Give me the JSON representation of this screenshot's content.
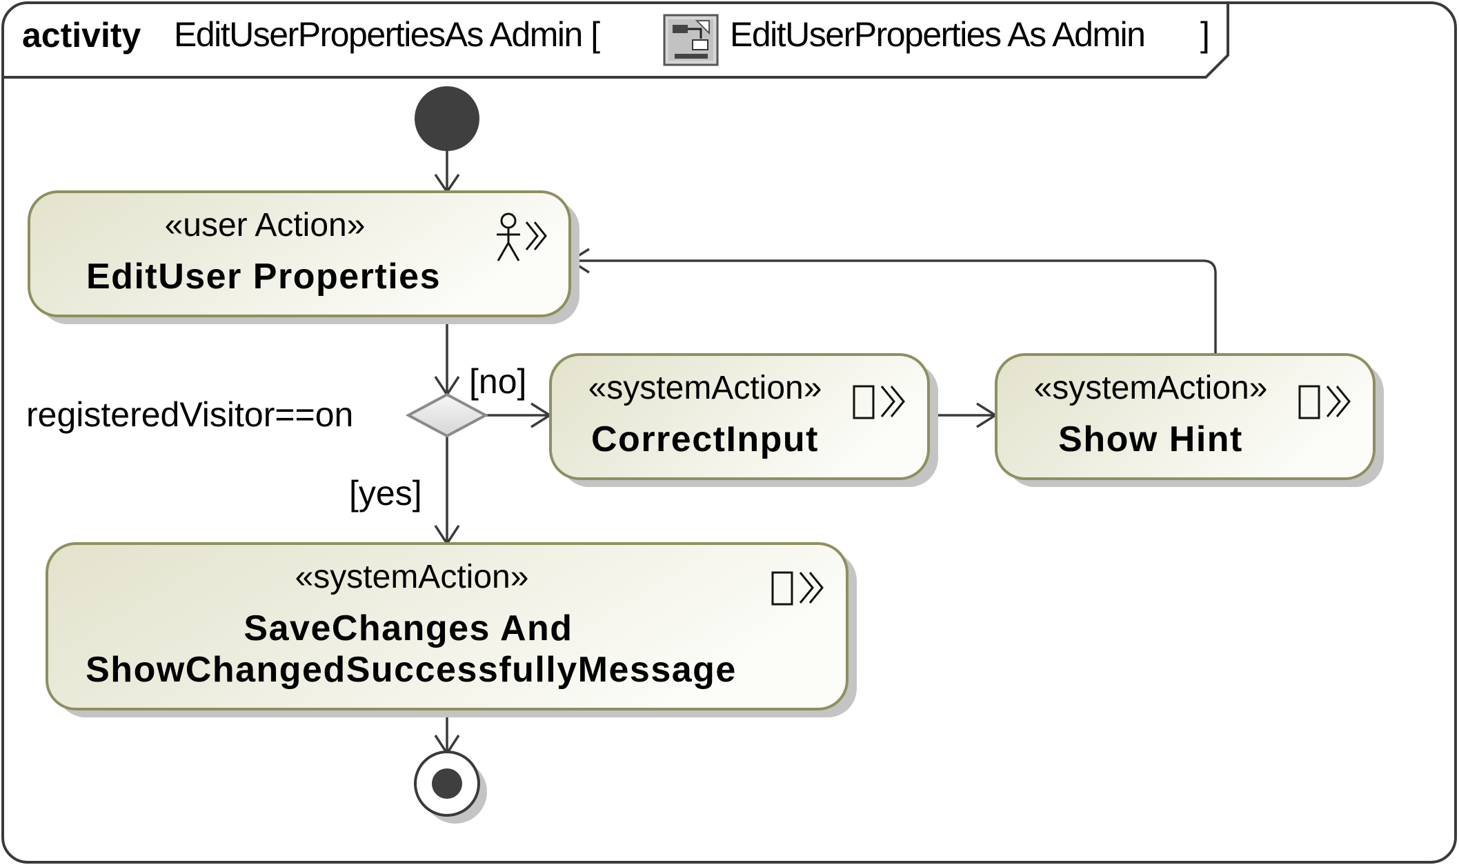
{
  "frame": {
    "keyword": "activity",
    "name": "EditUserPropertiesAs Admin [",
    "ref_name": "EditUserProperties As Admin",
    "close": "]",
    "ref_icon": "activity-diagram-icon"
  },
  "actions": {
    "edit_user_properties": {
      "stereotype": "«user Action»",
      "name": "EditUser Properties",
      "icon": "user-action-icon"
    },
    "correct_input": {
      "stereotype": "«systemAction»",
      "name": "CorrectInput",
      "icon": "system-action-icon"
    },
    "show_hint": {
      "stereotype": "«systemAction»",
      "name": "Show Hint",
      "icon": "system-action-icon"
    },
    "save_changes": {
      "stereotype": "«systemAction»",
      "name_line1": "SaveChanges And",
      "name_line2": "ShowChangedSuccessfullyMessage",
      "icon": "system-action-icon"
    }
  },
  "decision": {
    "label": "registeredVisitor==on",
    "guard_no": "[no]",
    "guard_yes": "[yes]"
  },
  "colors": {
    "action_fill_dark": "#e6e6d2",
    "action_fill_light": "#fafaf5",
    "action_border": "#8f8f5f",
    "node_dark": "#3f3f3f",
    "decision_fill": "#e6e6e6"
  }
}
